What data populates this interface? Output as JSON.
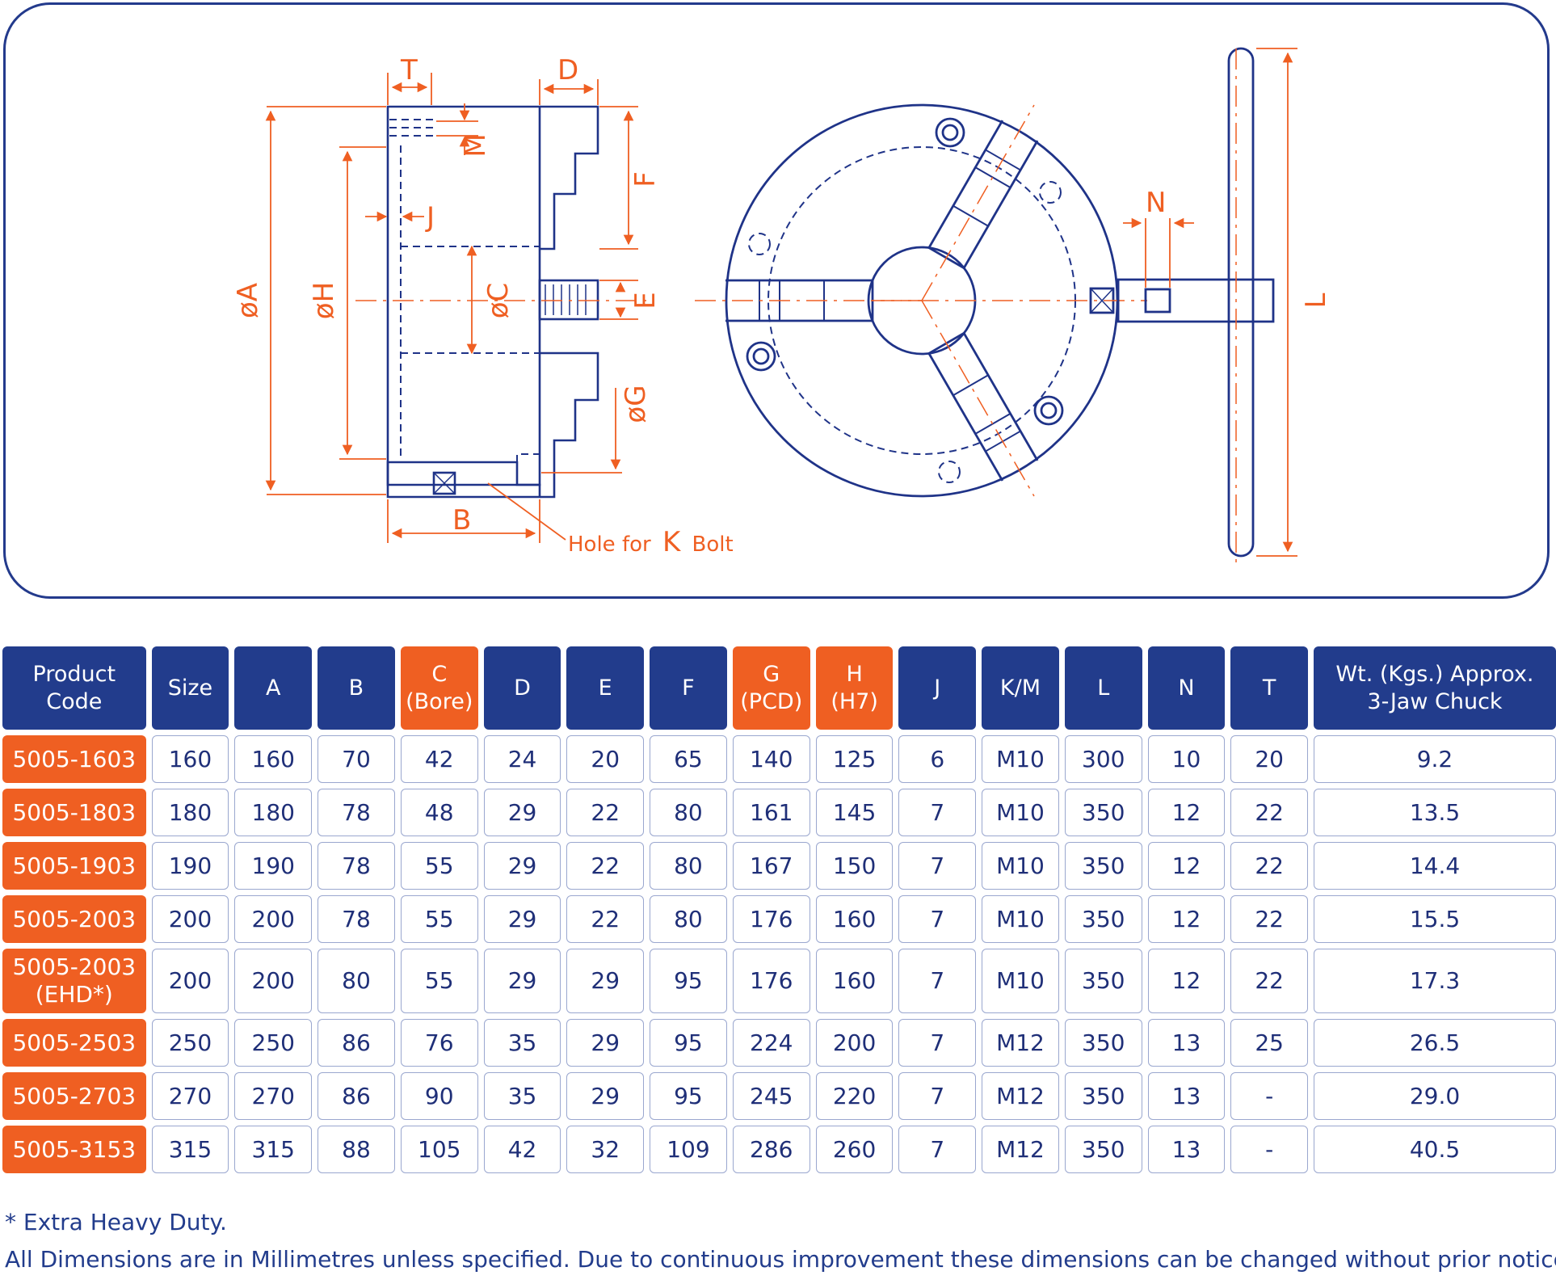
{
  "colors": {
    "blue": "#223c8c",
    "orange": "#ef5f22",
    "line": "#1f3388"
  },
  "diagram": {
    "labels": {
      "T": "T",
      "D": "D",
      "M": "M",
      "F": "F",
      "J": "J",
      "E": "E",
      "A": "øA",
      "H": "øH",
      "C": "øC",
      "G": "øG",
      "B": "B",
      "N": "N",
      "L": "L",
      "hole_prefix": "Hole for",
      "hole_k": "K",
      "hole_suffix": "Bolt"
    }
  },
  "table": {
    "headers": [
      {
        "key": "product_code",
        "l1": "Product",
        "l2": "Code",
        "hl": false
      },
      {
        "key": "size",
        "l1": "Size",
        "l2": "",
        "hl": false
      },
      {
        "key": "a",
        "l1": "A",
        "l2": "",
        "hl": false
      },
      {
        "key": "b",
        "l1": "B",
        "l2": "",
        "hl": false
      },
      {
        "key": "c",
        "l1": "C",
        "l2": "(Bore)",
        "hl": true
      },
      {
        "key": "d",
        "l1": "D",
        "l2": "",
        "hl": false
      },
      {
        "key": "e",
        "l1": "E",
        "l2": "",
        "hl": false
      },
      {
        "key": "f",
        "l1": "F",
        "l2": "",
        "hl": false
      },
      {
        "key": "g",
        "l1": "G",
        "l2": "(PCD)",
        "hl": true
      },
      {
        "key": "h",
        "l1": "H",
        "l2": "(H7)",
        "hl": true
      },
      {
        "key": "j",
        "l1": "J",
        "l2": "",
        "hl": false
      },
      {
        "key": "km",
        "l1": "K/M",
        "l2": "",
        "hl": false
      },
      {
        "key": "l",
        "l1": "L",
        "l2": "",
        "hl": false
      },
      {
        "key": "n",
        "l1": "N",
        "l2": "",
        "hl": false
      },
      {
        "key": "t",
        "l1": "T",
        "l2": "",
        "hl": false
      },
      {
        "key": "wt",
        "l1": "Wt. (Kgs.) Approx.",
        "l2": "3-Jaw Chuck",
        "hl": false
      }
    ],
    "rows": [
      {
        "code": [
          "5005-1603"
        ],
        "cells": [
          "160",
          "160",
          "70",
          "42",
          "24",
          "20",
          "65",
          "140",
          "125",
          "6",
          "M10",
          "300",
          "10",
          "20",
          "9.2"
        ]
      },
      {
        "code": [
          "5005-1803"
        ],
        "cells": [
          "180",
          "180",
          "78",
          "48",
          "29",
          "22",
          "80",
          "161",
          "145",
          "7",
          "M10",
          "350",
          "12",
          "22",
          "13.5"
        ]
      },
      {
        "code": [
          "5005-1903"
        ],
        "cells": [
          "190",
          "190",
          "78",
          "55",
          "29",
          "22",
          "80",
          "167",
          "150",
          "7",
          "M10",
          "350",
          "12",
          "22",
          "14.4"
        ]
      },
      {
        "code": [
          "5005-2003"
        ],
        "cells": [
          "200",
          "200",
          "78",
          "55",
          "29",
          "22",
          "80",
          "176",
          "160",
          "7",
          "M10",
          "350",
          "12",
          "22",
          "15.5"
        ]
      },
      {
        "code": [
          "5005-2003",
          "(EHD*)"
        ],
        "cells": [
          "200",
          "200",
          "80",
          "55",
          "29",
          "29",
          "95",
          "176",
          "160",
          "7",
          "M10",
          "350",
          "12",
          "22",
          "17.3"
        ]
      },
      {
        "code": [
          "5005-2503"
        ],
        "cells": [
          "250",
          "250",
          "86",
          "76",
          "35",
          "29",
          "95",
          "224",
          "200",
          "7",
          "M12",
          "350",
          "13",
          "25",
          "26.5"
        ]
      },
      {
        "code": [
          "5005-2703"
        ],
        "cells": [
          "270",
          "270",
          "86",
          "90",
          "35",
          "29",
          "95",
          "245",
          "220",
          "7",
          "M12",
          "350",
          "13",
          "-",
          "29.0"
        ]
      },
      {
        "code": [
          "5005-3153"
        ],
        "cells": [
          "315",
          "315",
          "88",
          "105",
          "42",
          "32",
          "109",
          "286",
          "260",
          "7",
          "M12",
          "350",
          "13",
          "-",
          "40.5"
        ]
      }
    ]
  },
  "footnotes": {
    "ehd": "* Extra Heavy Duty.",
    "units": "All Dimensions are in Millimetres unless specified. Due to continuous improvement these dimensions can be changed without prior notice."
  }
}
